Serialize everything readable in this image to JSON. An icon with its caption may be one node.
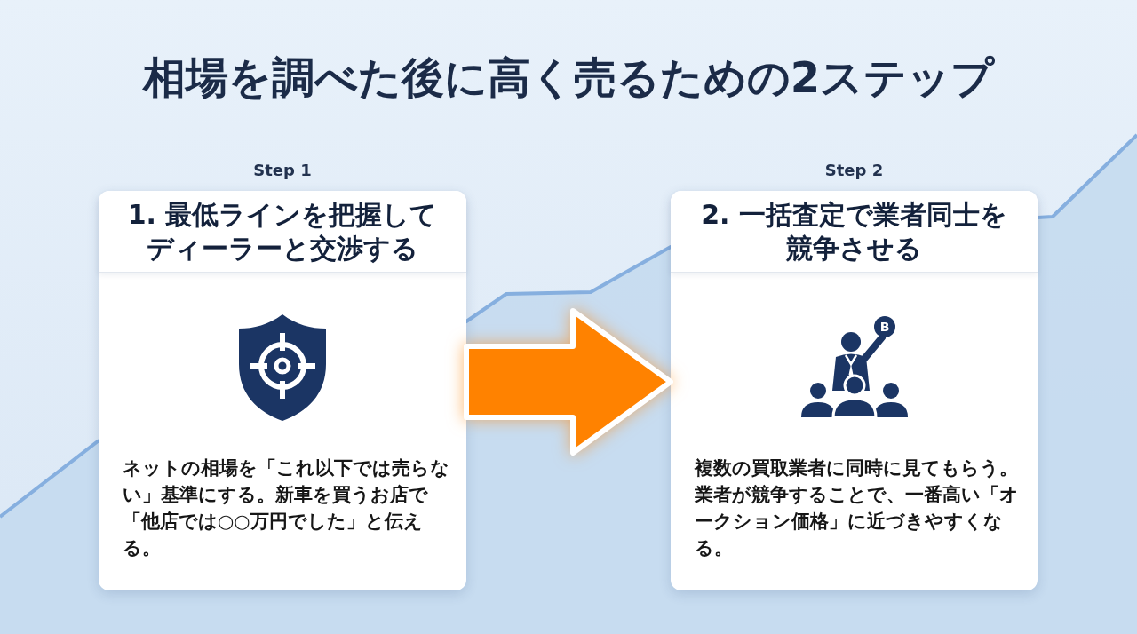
{
  "diagram": {
    "title": "相場を調べた後に高く売るための2ステップ",
    "nodes": [
      {
        "text": [
          "Step 1",
          "1. 最低ラインを把握してディーラーと交渉する",
          "ネットの相場を「これ以下では売らない」基準にする。新車を買うお店で「他店では○○万円でした」と伝える。"
        ]
      },
      {
        "text": [
          "Step 2",
          "2. 一括査定で業者同士を競争させる",
          "複数の買取業者に同時に見てもらう。業者が競争することで、一番高い「オークション価格」に近づきやすくなる。"
        ]
      }
    ],
    "edges": [
      {
        "from": 0,
        "to": 1,
        "arrow": "to"
      }
    ],
    "labels": [
      "B"
    ]
  }
}
